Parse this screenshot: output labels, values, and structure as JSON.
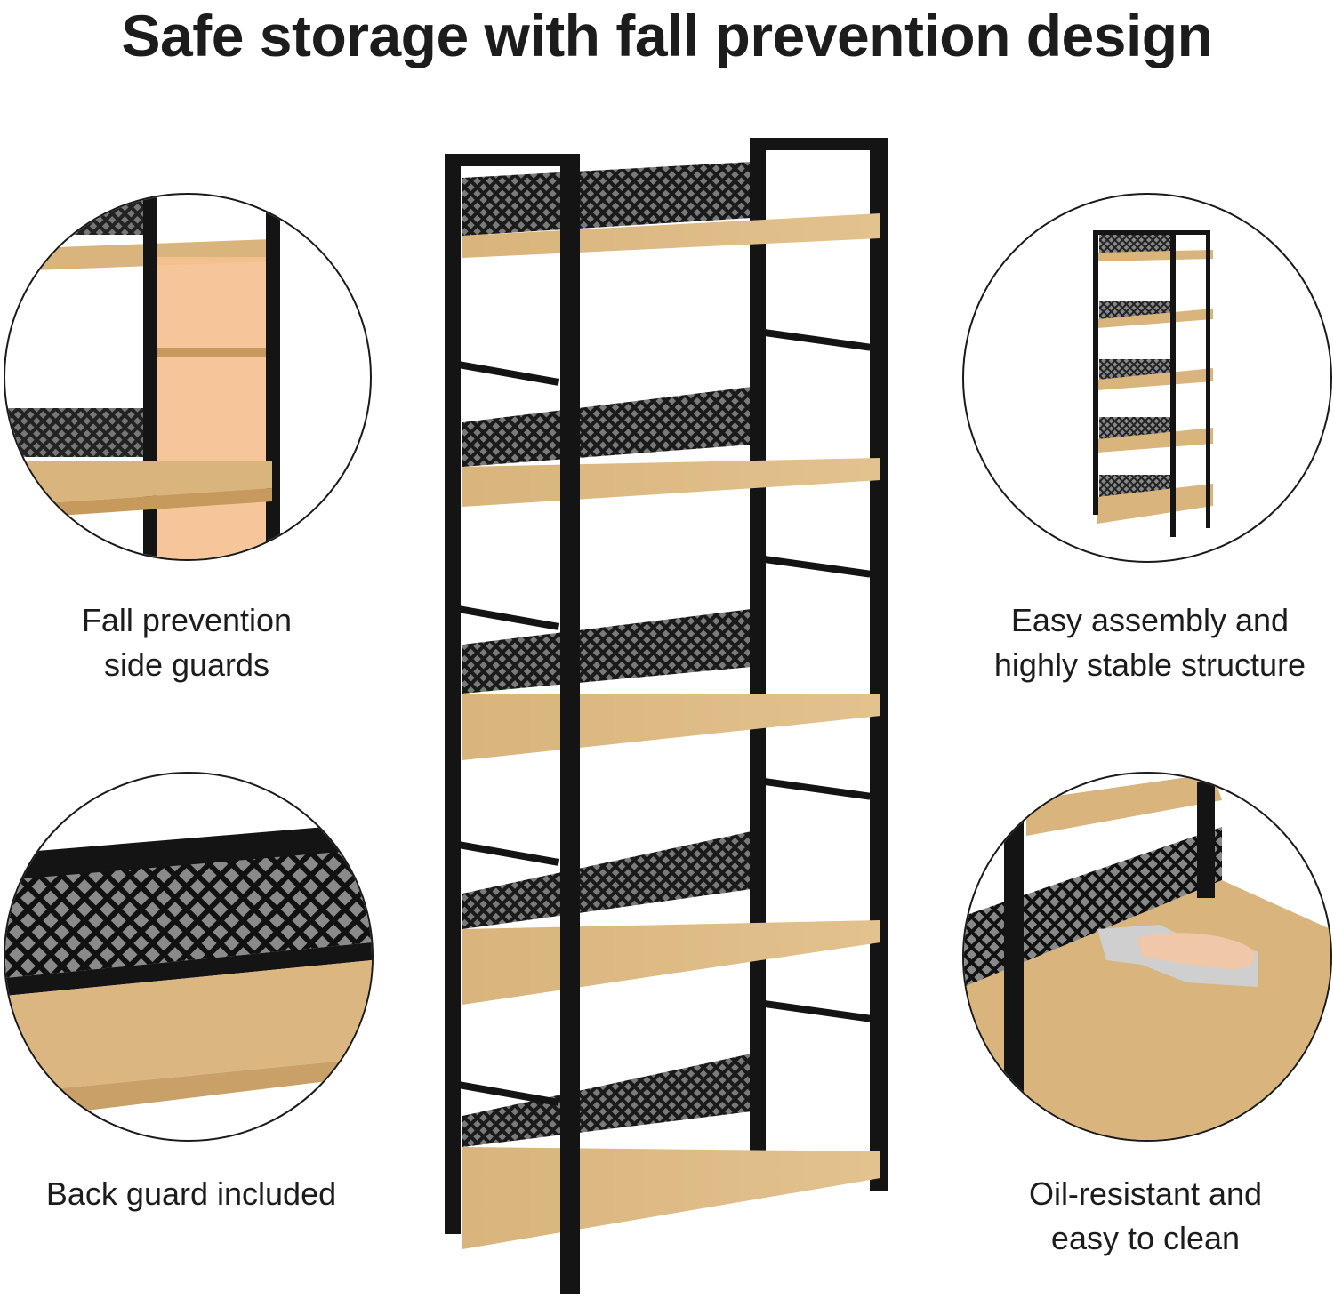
{
  "headline": "Safe storage with fall prevention design",
  "features": [
    {
      "caption": "Fall prevention\nside guards",
      "image": "side-guard-closeup"
    },
    {
      "caption": "Easy assembly and\nhighly stable structure",
      "image": "full-shelf-thumbnail"
    },
    {
      "caption": "Back guard included",
      "image": "back-guard-closeup"
    },
    {
      "caption": "Oil-resistant and\neasy to clean",
      "image": "wiping-shelf-closeup"
    }
  ],
  "colors": {
    "frame": "#141414",
    "wood": "#d9b47c",
    "wood_dark": "#c59a5c",
    "highlight": "#f5c08f",
    "text": "#1c1c1c"
  }
}
